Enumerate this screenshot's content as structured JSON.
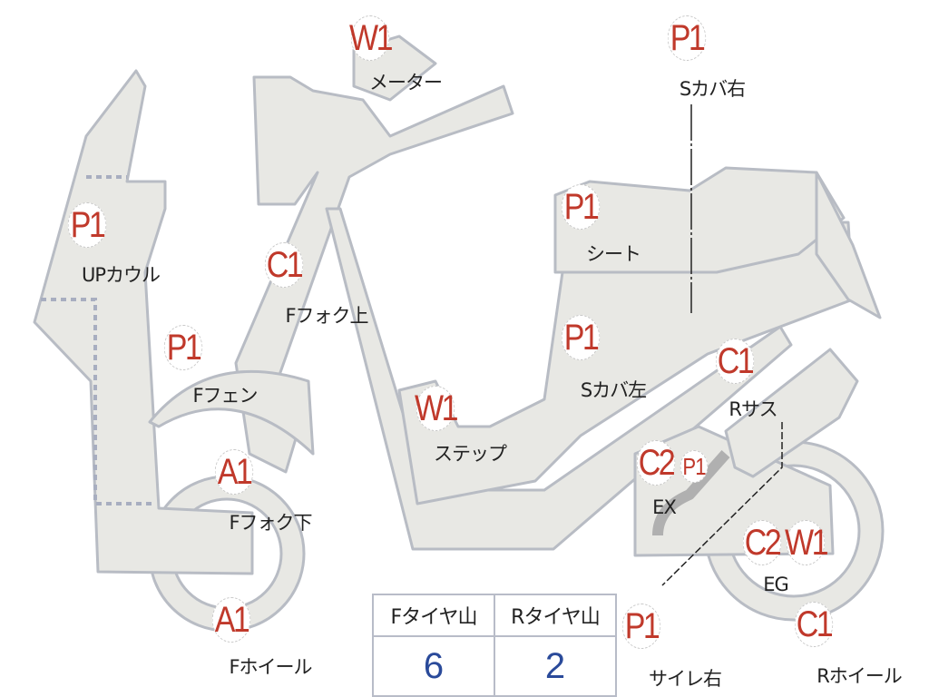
{
  "colors": {
    "badge_text": "#c0392b",
    "body_fill": "#e8e8e4",
    "outline": "#b8bcc4",
    "value_text": "#2a4a9a"
  },
  "parts": [
    {
      "grade": "W1",
      "label": "メーター"
    },
    {
      "grade": "P1",
      "label": "Sカバ右"
    },
    {
      "grade": "P1",
      "label": "シート"
    },
    {
      "grade": "P1",
      "label": "UPカウル"
    },
    {
      "grade": "C1",
      "label": "Fフォク上"
    },
    {
      "grade": "P1",
      "label": "Sカバ左"
    },
    {
      "grade": "C1",
      "label": "Rサス"
    },
    {
      "grade": "P1",
      "label": "Fフェン"
    },
    {
      "grade": "W1",
      "label": "ステップ"
    },
    {
      "grade": "C2",
      "grade2": "P1",
      "label": "EX"
    },
    {
      "grade": "A1",
      "label": "Fフォク下"
    },
    {
      "grade": "C2",
      "grade2": "W1",
      "label": "EG"
    },
    {
      "grade": "A1",
      "label": "Fホイール"
    },
    {
      "grade": "P1",
      "label": "サイレ右"
    },
    {
      "grade": "C1",
      "label": "Rホイール"
    }
  ],
  "tires": {
    "front_label": "Fタイヤ山",
    "front_value": "6",
    "rear_label": "Rタイヤ山",
    "rear_value": "2"
  }
}
